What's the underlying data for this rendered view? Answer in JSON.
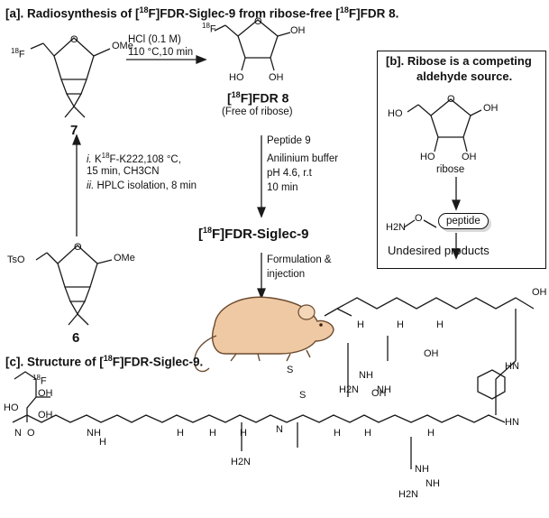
{
  "panel_a": {
    "pre": "[a]. Radiosynthesis of [",
    "sup1": "18",
    "mid": "F]FDR-Siglec-9 from ribose-free [",
    "sup2": "18",
    "post": "F]FDR 8."
  },
  "panel_b": {
    "title_line1": "[b]. Ribose is a competing",
    "title_line2": "aldehyde source.",
    "ribose_label": "ribose",
    "peptide_label": "peptide",
    "h2n": "H2N",
    "o": "O",
    "undesired": "Undesired products",
    "ho1": "HO",
    "oh1": "OH",
    "ho2": "HO",
    "oh2": "OH",
    "ring_o": "O"
  },
  "panel_c": {
    "pre": "[c]. Structure of [",
    "sup": "18",
    "post": "F]FDR-Siglec-9."
  },
  "compounds": {
    "c7": "7",
    "c6": "6",
    "c8_pre": "[",
    "c8_sup": "18",
    "c8_post": "F]FDR 8",
    "c8_note": "(Free of ribose)",
    "final_pre": "[",
    "final_sup": "18",
    "final_post": "F]FDR-Siglec-9",
    "f18_7_sup": "18",
    "f18_7": "F",
    "ome7": "OMe",
    "o7": "O",
    "f18_8_sup": "18",
    "f18_8": "F",
    "oh8": "OH",
    "ho8": "HO",
    "oh8b": "OH",
    "o8": "O",
    "tso": "TsO",
    "ome6": "OMe",
    "o6": "O"
  },
  "conditions": {
    "hcl_1": "HCl (0.1 M)",
    "hcl_2": "110 °C,10 min",
    "k_i": "i.",
    "k_pre": " K",
    "k_sup": "18",
    "k_post": "F-K222,108 °C,",
    "k_2": "15 min, CH3CN",
    "k_ii": "ii.",
    "k_3": " HPLC isolation, 8 min",
    "peptide_no": "Peptide 9",
    "anil_1": "Anilinium buffer",
    "anil_2": "pH 4.6, r.t",
    "anil_3": "10 min",
    "form_1": "Formulation &",
    "form_2": "injection"
  },
  "structure_c": {
    "f18_sup": "18",
    "f18": "F",
    "oh_a": "OH",
    "ho_a": "HO",
    "oh_b": "OH",
    "n_ox": "N",
    "o_ox": "O",
    "nh_1": "NH",
    "h2n_term": "H2N",
    "nh_g": "NH",
    "h2n_g": "H2N",
    "nh2_g": "NH",
    "oh_ser": "OH",
    "oh_top": "OH",
    "oh_thr": "OH",
    "hn_trp": "HN",
    "hn_ind": "HN",
    "s1": "S",
    "s2": "S",
    "nh_arg": "NH",
    "h2n_arg": "H2N",
    "hn_arg": "NH",
    "n_pro": "N",
    "h_list": [
      "H",
      "H",
      "H",
      "H",
      "H",
      "H",
      "H",
      "H",
      "H",
      "H"
    ]
  },
  "colors": {
    "mouse_body": "#efc9a4",
    "mouse_outline": "#6b4a2e",
    "peptide_fill": "#d9d9d9"
  }
}
